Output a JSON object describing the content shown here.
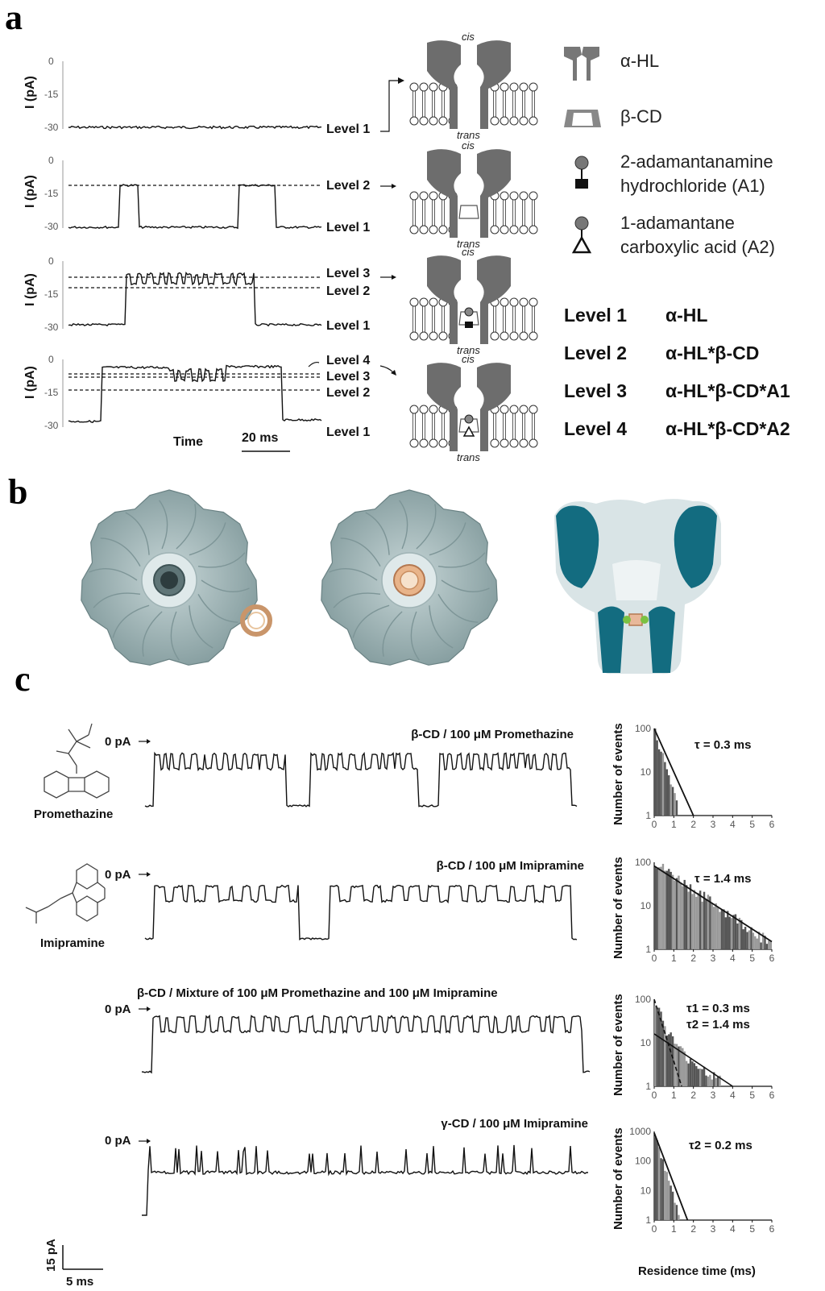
{
  "panel_a": {
    "letter": "a",
    "ylabel": "I (pA)",
    "ticks": [
      "0",
      "-15",
      "-30"
    ],
    "levels": [
      "Level 1",
      "Level 2",
      "Level 3",
      "Level 4"
    ],
    "time_label": "Time",
    "scale_label": "20 ms",
    "cis": "cis",
    "trans": "trans",
    "legend": {
      "ahl": "α-HL",
      "bcd": "β-CD",
      "a1_line1": "2-adamantanamine",
      "a1_line2": "hydrochloride (A1)",
      "a2_line1": "1-adamantane",
      "a2_line2": "carboxylic acid (A2)"
    },
    "level_table": [
      {
        "level": "Level 1",
        "desc": "α-HL"
      },
      {
        "level": "Level 2",
        "desc": "α-HL*β-CD"
      },
      {
        "level": "Level 3",
        "desc": "α-HL*β-CD*A1"
      },
      {
        "level": "Level 4",
        "desc": "α-HL*β-CD*A2"
      }
    ]
  },
  "panel_b": {
    "letter": "b"
  },
  "panel_c": {
    "letter": "c",
    "zero_label": "0 pA",
    "compound1": "Promethazine",
    "compound2": "Imipramine",
    "trace_titles": [
      "β-CD / 100 μM Promethazine",
      "β-CD / 100 μM Imipramine",
      "β-CD / Mixture of 100 μM Promethazine and 100 μM Imipramine",
      "γ-CD / 100 μM Imipramine"
    ],
    "scale_y": "15 pA",
    "scale_x": "5 ms",
    "hist_ylabel": "Number of events",
    "hist_xlabel": "Residence time (ms)",
    "hist_xticks": [
      "0",
      "1",
      "2",
      "3",
      "4",
      "5",
      "6"
    ],
    "hist_yticks_a": [
      "100",
      "10",
      "1"
    ],
    "hist_yticks_b": [
      "1000",
      "100",
      "10",
      "1"
    ],
    "tau_labels": [
      "τ = 0.3 ms",
      "τ = 1.4 ms",
      "τ",
      "τ",
      "τ"
    ],
    "tau_mix1": "τ1 = 0.3 ms",
    "tau_mix2": "τ2 = 1.4 ms",
    "tau_gamma": "τ2 = 0.2 ms"
  },
  "colors": {
    "protein_grey": "#6d6d6d",
    "surface_light": "#a9bec0",
    "teal": "#136c80",
    "cd_orange": "#d8a070"
  }
}
